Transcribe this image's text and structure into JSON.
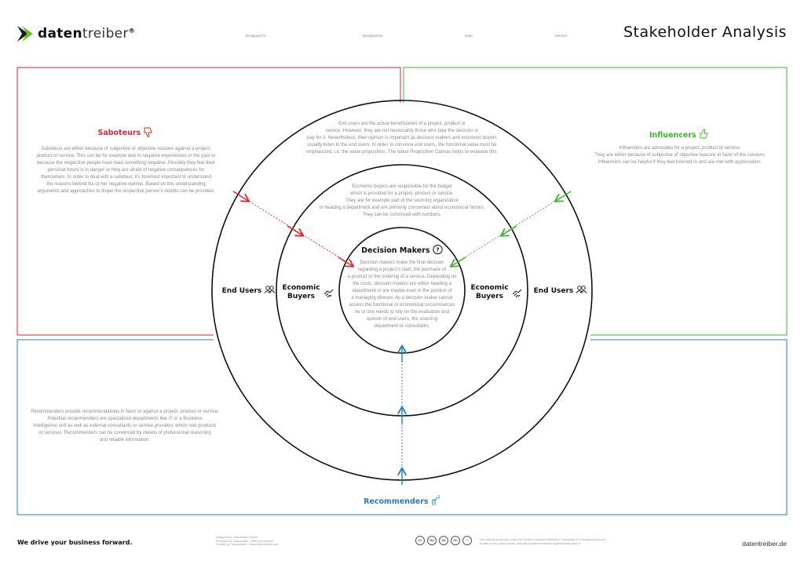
{
  "brand": {
    "name_bold": "daten",
    "name_light": "treiber",
    "mark": "®"
  },
  "meta": {
    "designed_for": "Designed for:",
    "designed_by": "Designed by:",
    "date": "Date:",
    "version": "Version:"
  },
  "title": "Stakeholder Analysis",
  "colors": {
    "saboteur": "#e0252b",
    "influencer": "#45b035",
    "recommender": "#1f7fc0",
    "line": "#111111"
  },
  "saboteurs": {
    "heading": "Saboteurs",
    "icon": "thumbs-down-icon",
    "text": [
      "Saboteurs are either because of subjective or objective reasons against a project,",
      "product or service. This can be for example due to negative experiences in the past or",
      "because the respective people have read something negative. Possibly they feel their",
      "personal future is in danger or they are afraid of negative consequences for",
      "themselves. In order to deal with a saboteur, it's foremost important to understand",
      "the reasons behind his or her negative opinion. Based on this understanding",
      "arguments and approaches to dispel the respective person's doubts can be provided."
    ]
  },
  "influencers": {
    "heading": "Influencers",
    "icon": "thumbs-up-icon",
    "text": [
      "Influencers are advocates for a project, product or service.",
      "They are either because of subjective of objective reasons in favor of the concern.",
      "Influencers can be helpful if they feel listened to and are met with appreciation."
    ]
  },
  "recommenders": {
    "heading": "Recommenders",
    "icon": "recommender-icon",
    "text": [
      "Recommenders provide recommendations in favor or against a project, product or service.",
      "Potential recommenders are specialized departments like IT or a Business",
      "Intelligence unit as well as external consultants or service providers which rate products",
      "or services. Recommenders can be convinced by means of professional reasoning",
      "and reliable information."
    ]
  },
  "end_users": {
    "label": "End Users",
    "text": [
      "End users are the actual beneficiaries of a project, product or",
      "service. However, they are not necessarily those who take the decision or",
      "pay for it. Nevertheless, their opinion is important as decision makers and economic buyers",
      "usually listen to the end users. In order to convince end users, the functional value must be",
      "emphasized, i.e. the value proposition. The Value Proposition Canvas helps to evaluate this."
    ]
  },
  "economic_buyers": {
    "label_line1": "Economic",
    "label_line2": "Buyers",
    "text": [
      "Economic buyers are responsible for the budget",
      "which is provided for a project, product or service.",
      "They are for example part of the sourcing organization",
      "or heading a department and are primarily concerned about economical factors.",
      "They can be convinced with numbers."
    ]
  },
  "decision_makers": {
    "label": "Decision Makers",
    "text": [
      "Decision makers make the final decision",
      "regarding a project's start, the purchase of",
      "a product or the ordering of a service. Depending on",
      "the costs, decision makers are either heading a",
      "department or are maybe even in the position of",
      "a managing director. As a decision maker cannot",
      "assess the functional or economical circumstances",
      "he or she needs to rely on the evaluation and",
      "opinion of end users, the sourcing",
      "department or consultants."
    ]
  },
  "footer": {
    "slogan": "We drive your business forward.",
    "credits": [
      "Designed by: Datentreiber GmbH",
      "Produced by: datentreiber / 1B9-54FD3e2503",
      "Created by: Datentreiber / Kiwuf/Datentreiber.com"
    ],
    "license": [
      "This material is licensed under the Creative Commons Attribution-ShareAlike 4.0 International license.",
      "To view a copy of this license, visit http://creativecommons.org/licenses/by-sa/4.0/"
    ],
    "cc_icons": [
      "cc",
      "by",
      "sa",
      "nc",
      "i"
    ],
    "url": "datentreiber.de"
  }
}
